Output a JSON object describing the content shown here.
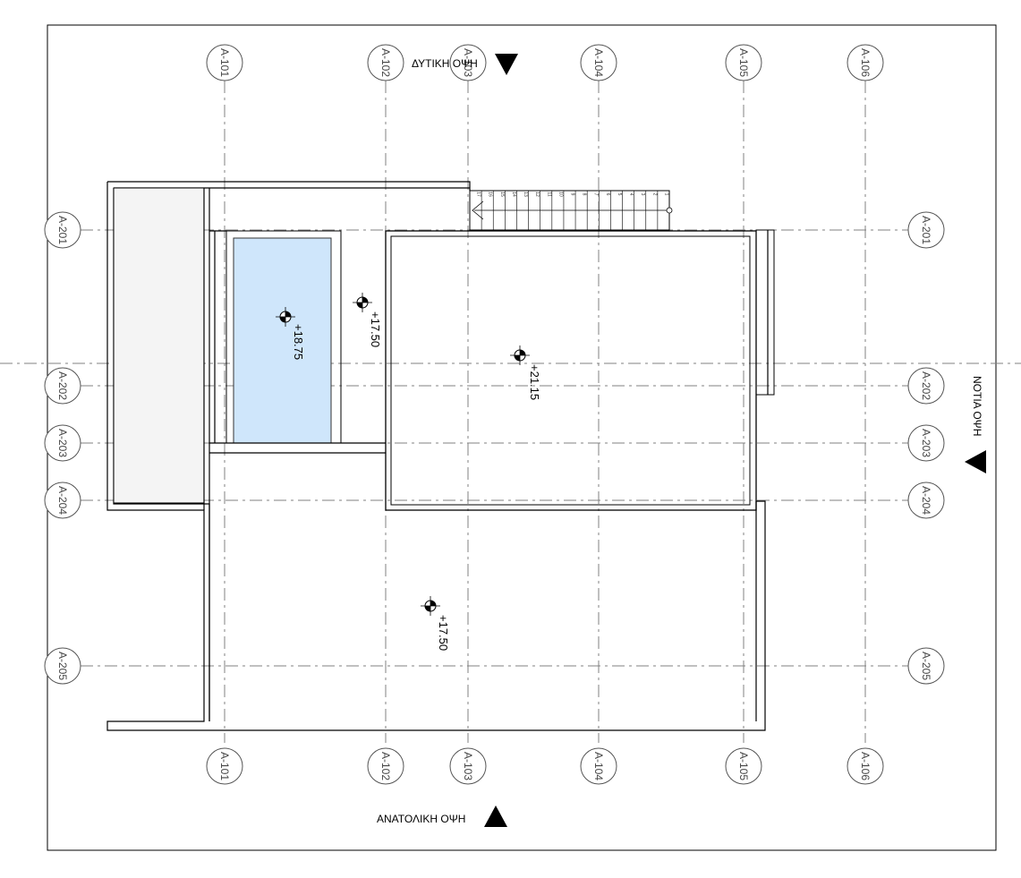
{
  "views": {
    "west": "ΔΥΤΙΚΗ ΟΨΗ",
    "east": "ΑΝΑΤΟΛΙΚΗ ΟΨΗ",
    "south": "ΝΟΤΙΑ ΟΨΗ"
  },
  "grid_columns": [
    "A-101",
    "A-102",
    "A-103",
    "A-104",
    "A-105",
    "A-106"
  ],
  "grid_rows": [
    "A-201",
    "A-202",
    "A-203",
    "A-204",
    "A-205"
  ],
  "elevations": {
    "pool": "+18.75",
    "terrace_upper": "+17.50",
    "roof": "+21.15",
    "terrace_lower": "+17.50"
  },
  "stair_steps": [
    "17",
    "16",
    "15",
    "14",
    "13",
    "12",
    "11",
    "10",
    "9",
    "8",
    "7",
    "6",
    "5",
    "4",
    "3",
    "2",
    "1"
  ],
  "colors": {
    "pool": "#cfe6fb",
    "pool_stroke": "#333333",
    "border": "#000000",
    "grid": "#808080"
  }
}
